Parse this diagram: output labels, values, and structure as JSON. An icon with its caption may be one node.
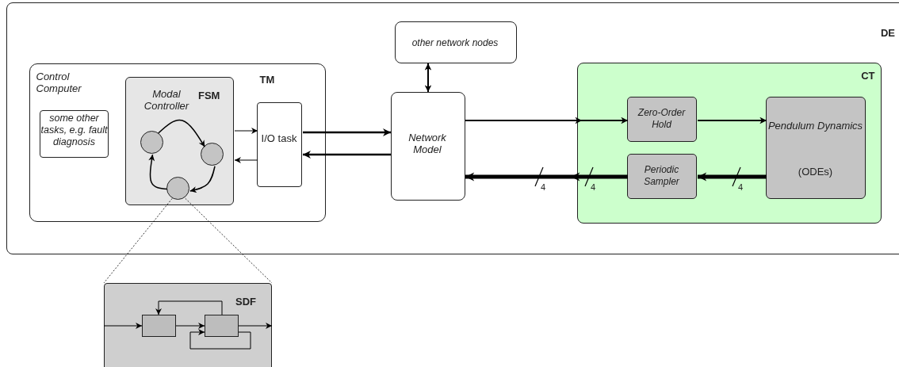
{
  "diagram": {
    "nodes": [
      {
        "text": [
          "DE"
        ]
      },
      {
        "text": [
          "other network nodes"
        ],
        "in": 0
      },
      {
        "text": [
          "Control Computer",
          "TM"
        ],
        "in": 0
      },
      {
        "text": [
          "some other tasks, e.g. fault diagnosis"
        ],
        "in": 2
      },
      {
        "text": [
          "Modal Controller",
          "FSM"
        ],
        "in": 2
      },
      {
        "text": [],
        "shape": "circle",
        "in": 4
      },
      {
        "text": [],
        "shape": "circle",
        "in": 4
      },
      {
        "text": [],
        "shape": "circle",
        "in": 4
      },
      {
        "text": [
          "I/O task"
        ],
        "in": 2
      },
      {
        "text": [
          "Network Model"
        ],
        "in": 0
      },
      {
        "text": [
          "CT"
        ],
        "in": 0
      },
      {
        "text": [
          "Zero-Order Hold"
        ],
        "in": 10
      },
      {
        "text": [
          "Periodic Sampler"
        ],
        "in": 10
      },
      {
        "text": [
          "Pendulum Dynamics",
          "(ODEs)"
        ],
        "in": 10
      },
      {
        "text": [
          "SDF"
        ]
      },
      {
        "text": [],
        "shape": "box",
        "in": 14
      },
      {
        "text": [],
        "shape": "box",
        "in": 14
      }
    ],
    "edges": [
      {
        "from": 5,
        "to": 6,
        "arrow": "to"
      },
      {
        "from": 6,
        "to": 7,
        "arrow": "to"
      },
      {
        "from": 7,
        "to": 5,
        "arrow": "to"
      },
      {
        "from": 4,
        "to": 8,
        "arrow": "to"
      },
      {
        "from": 8,
        "to": 4,
        "arrow": "to"
      },
      {
        "from": 8,
        "to": 9,
        "arrow": "to"
      },
      {
        "from": 9,
        "to": 8,
        "arrow": "to"
      },
      {
        "from": 9,
        "to": 1,
        "arrow": "both"
      },
      {
        "from": 9,
        "to": 11,
        "arrow": "to"
      },
      {
        "from": 11,
        "to": 13,
        "arrow": "to"
      },
      {
        "from": 13,
        "to": 12,
        "arrow": "to",
        "label": "4",
        "style": "thick"
      },
      {
        "from": 12,
        "to": 9,
        "arrow": "to",
        "label": "4",
        "style": "thick"
      },
      {
        "from": 7,
        "to": 14,
        "arrow": "none",
        "style": "dashed"
      },
      {
        "from": 7,
        "to": 14,
        "arrow": "none",
        "style": "dashed"
      },
      {
        "from": null,
        "to": 15,
        "arrow": "to"
      },
      {
        "from": 15,
        "to": 16,
        "arrow": "to"
      },
      {
        "from": 16,
        "to": 15,
        "arrow": "to"
      },
      {
        "from": 16,
        "to": 16,
        "arrow": "to"
      },
      {
        "from": 16,
        "to": null,
        "arrow": "to"
      }
    ],
    "labels": [
      "4"
    ]
  }
}
